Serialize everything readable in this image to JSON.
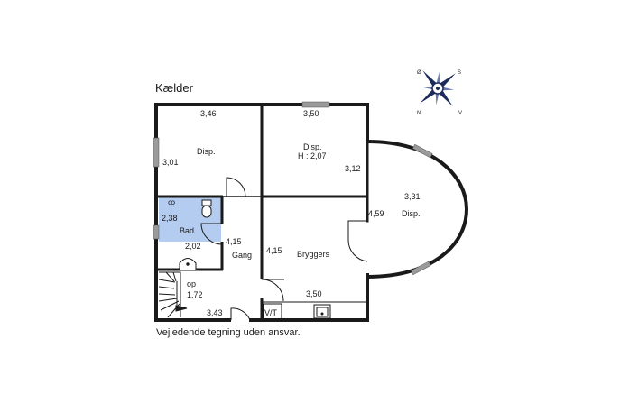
{
  "plan": {
    "title": "Kælder",
    "note": "Vejledende tegning uden ansvar.",
    "rooms": {
      "disp_left": {
        "name": "Disp.",
        "width": "3,46",
        "depth": "3,01"
      },
      "disp_right": {
        "name": "Disp.",
        "height": "H : 2,07",
        "width": "3,50",
        "depth": "3,12"
      },
      "bad": {
        "name": "Bad",
        "width": "2,02",
        "depth": "2,38"
      },
      "gang": {
        "name": "Gang",
        "depth": "4,15"
      },
      "bryggers": {
        "name": "Bryggers",
        "width": "3,50",
        "depth": "4,15"
      },
      "round": {
        "name": "Disp.",
        "width": "3,31",
        "depth": "4,59"
      },
      "stairs": {
        "label": "op",
        "width": "3,43",
        "depth": "1,72"
      },
      "vt": "V/T"
    },
    "compass": {
      "n": "N",
      "s": "S",
      "o": "Ø",
      "v": "V"
    },
    "colors": {
      "wall": "#1a1a1a",
      "bathroom": "#b3ccf0",
      "window": "#9a9a9a"
    }
  }
}
